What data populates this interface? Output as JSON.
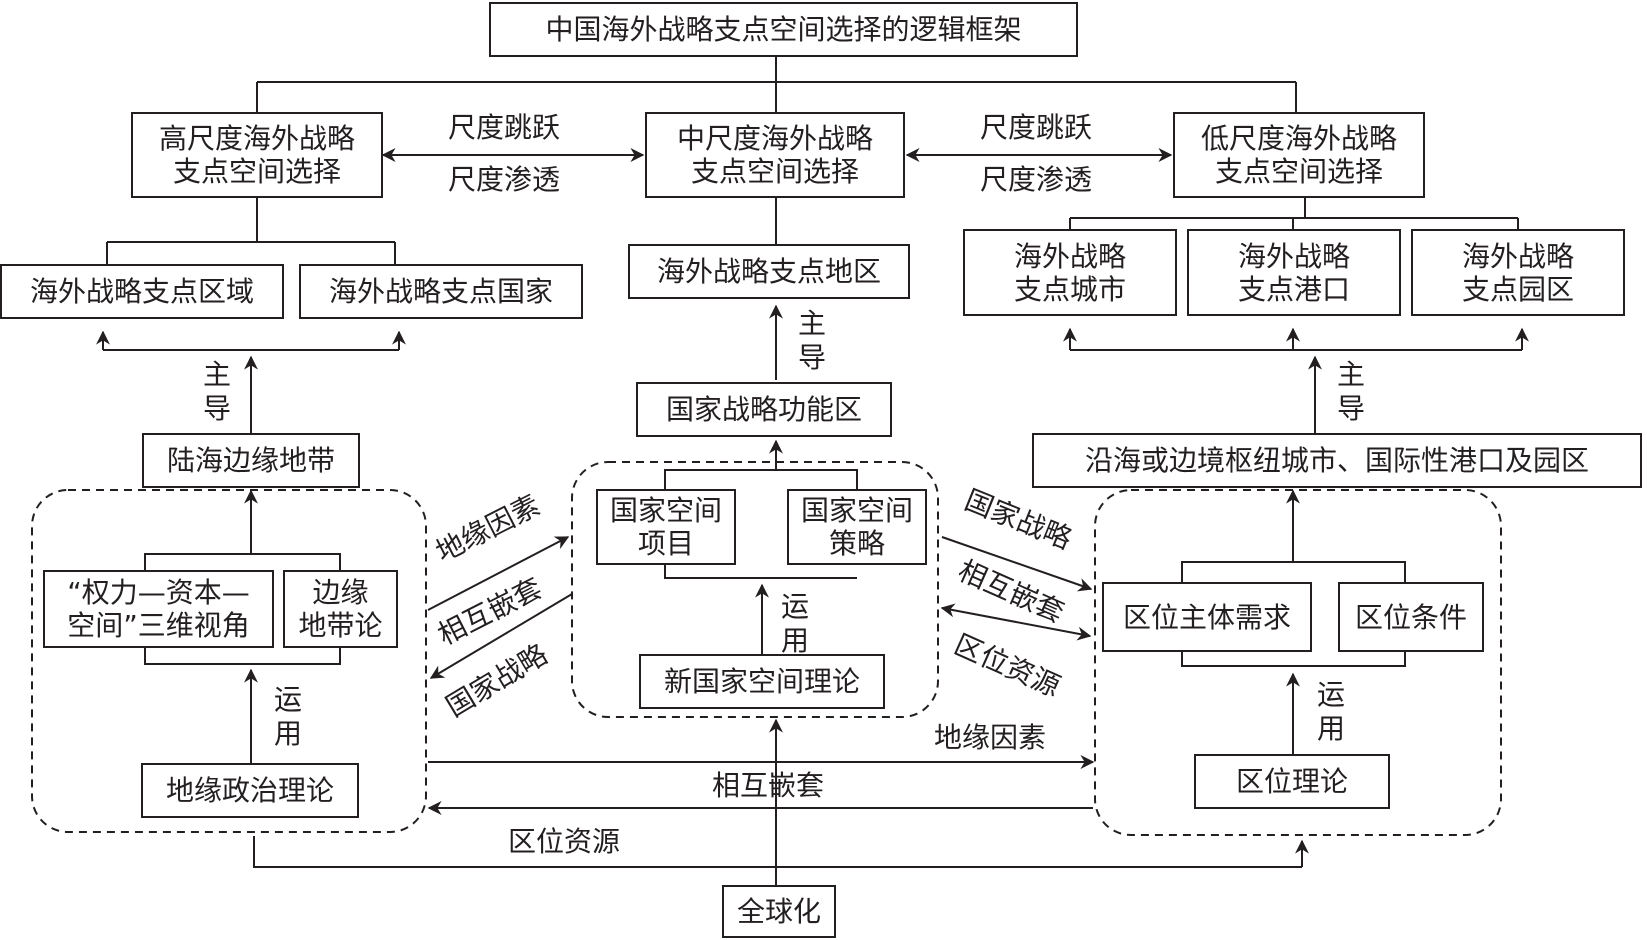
{
  "title": "中国海外战略支点空间选择的逻辑框架",
  "scale": {
    "high": "高尺度海外战略\n支点空间选择",
    "mid": "中尺度海外战略\n支点空间选择",
    "low": "低尺度海外战略\n支点空间选择",
    "jump": "尺度跳跃",
    "seep": "尺度渗透"
  },
  "targets": {
    "region": "海外战略支点区域",
    "country": "海外战略支点国家",
    "area": "海外战略支点地区",
    "city": "海外战略\n支点城市",
    "port": "海外战略\n支点港口",
    "park": "海外战略\n支点园区"
  },
  "mid_layer": {
    "land_sea": "陆海边缘地带",
    "func_zone": "国家战略功能区",
    "hubs": "沿海或边境枢纽城市、国际性港口及园区"
  },
  "groups": {
    "power": "“权力—资本—\n空间”三维视角",
    "rimland": "边缘\n地带论",
    "project": "国家空间\n项目",
    "strategy": "国家空间\n策略",
    "demand": "区位主体需求",
    "condition": "区位条件"
  },
  "theories": {
    "geopolitics": "地缘政治理论",
    "new_state_space": "新国家空间理论",
    "location": "区位理论",
    "globalization": "全球化"
  },
  "edge_labels": {
    "lead": "主导",
    "apply": "运用",
    "geo_factor": "地缘因素",
    "nested": "相互嵌套",
    "nat_strategy": "国家战略",
    "loc_resource": "区位资源"
  }
}
